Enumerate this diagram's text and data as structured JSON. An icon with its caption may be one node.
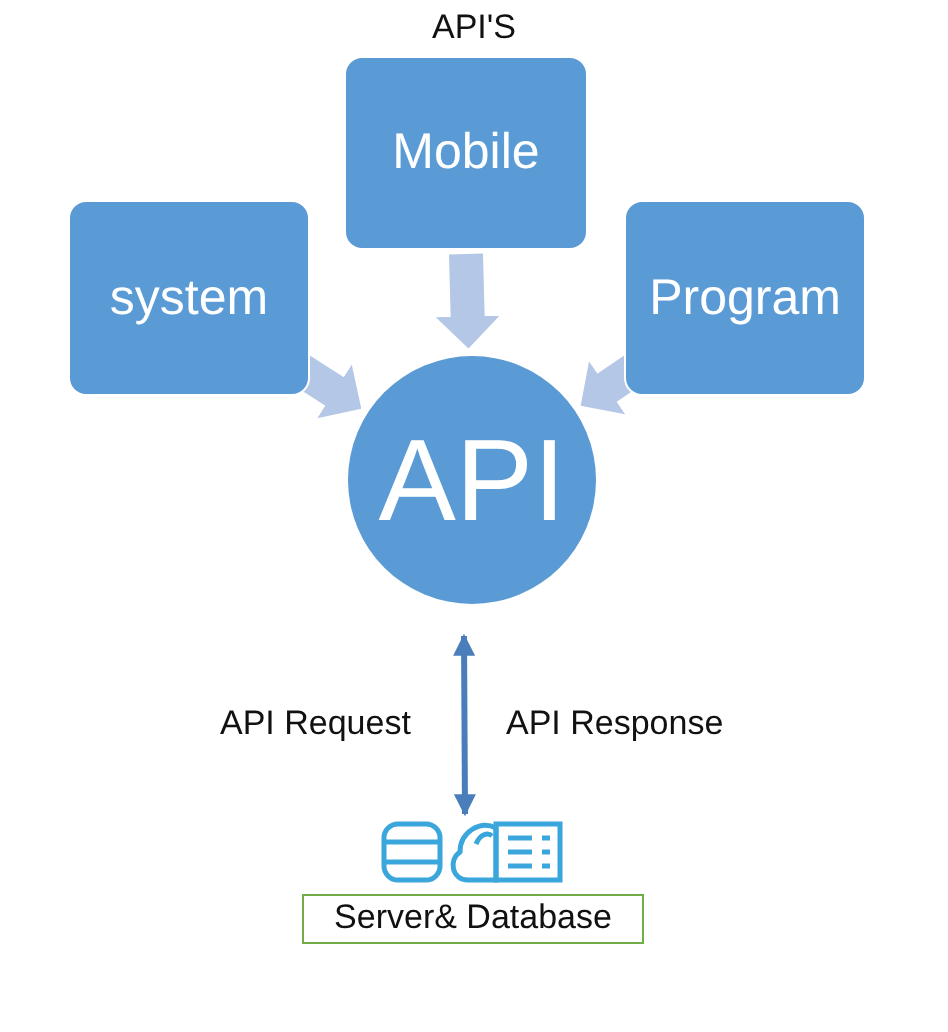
{
  "diagram": {
    "title": "API'S",
    "nodes": [
      {
        "text": [
          "system"
        ]
      },
      {
        "text": [
          "Mobile"
        ]
      },
      {
        "text": [
          "Program"
        ]
      },
      {
        "text": [
          "API"
        ]
      },
      {
        "text": [
          "Server& Database"
        ]
      }
    ],
    "edges": [
      {
        "from": 0,
        "to": 3,
        "arrow": "to"
      },
      {
        "from": 1,
        "to": 3,
        "arrow": "to"
      },
      {
        "from": 2,
        "to": 3,
        "arrow": "to"
      },
      {
        "from": 3,
        "to": 4,
        "arrow": "both",
        "color": "#4a7ebb"
      }
    ],
    "labels": [
      "API Request",
      "API Response"
    ]
  }
}
